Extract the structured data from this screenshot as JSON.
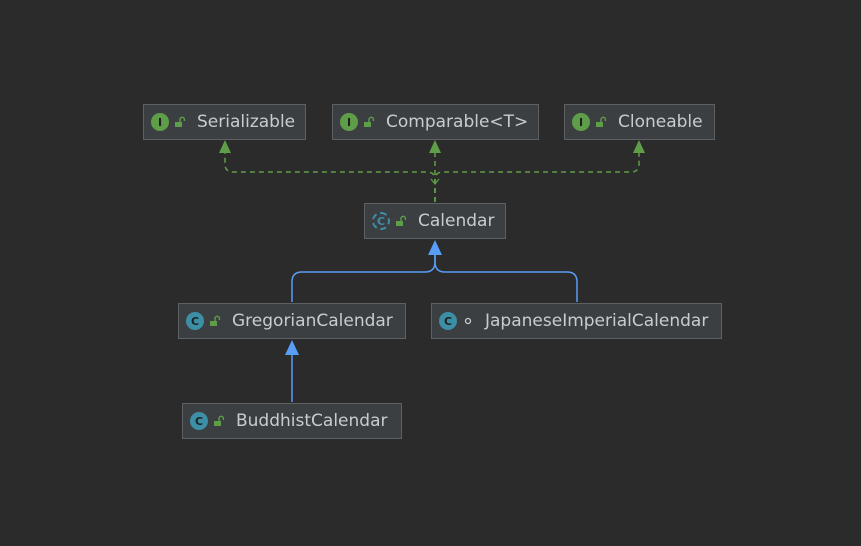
{
  "colors": {
    "background": "#2b2b2b",
    "node_fill": "#3c3f41",
    "node_border": "#5e6163",
    "text": "#c9ccce",
    "interface_badge": "#5f9e48",
    "class_badge": "#3d8fa8",
    "extends_edge": "#589df6",
    "implements_edge": "#5f9e48"
  },
  "nodes": {
    "serializable": {
      "name": "Serializable",
      "kind": "interface",
      "badge": "I",
      "visibility_icon": "public-lock-open-icon"
    },
    "comparable": {
      "name": "Comparable<T>",
      "kind": "interface",
      "badge": "I",
      "visibility_icon": "public-lock-open-icon"
    },
    "cloneable": {
      "name": "Cloneable",
      "kind": "interface",
      "badge": "I",
      "visibility_icon": "public-lock-open-icon"
    },
    "calendar": {
      "name": "Calendar",
      "kind": "abstract-class",
      "badge": "C",
      "visibility_icon": "public-lock-open-icon"
    },
    "gregorian": {
      "name": "GregorianCalendar",
      "kind": "class",
      "badge": "C",
      "visibility_icon": "public-lock-open-icon"
    },
    "japanese": {
      "name": "JapaneseImperialCalendar",
      "kind": "class",
      "badge": "C",
      "visibility_icon": "package-private-dot-icon"
    },
    "buddhist": {
      "name": "BuddhistCalendar",
      "kind": "class",
      "badge": "C",
      "visibility_icon": "public-lock-open-icon"
    }
  },
  "edges": [
    {
      "from": "calendar",
      "to": "serializable",
      "type": "implements"
    },
    {
      "from": "calendar",
      "to": "comparable",
      "type": "implements"
    },
    {
      "from": "calendar",
      "to": "cloneable",
      "type": "implements"
    },
    {
      "from": "gregorian",
      "to": "calendar",
      "type": "extends"
    },
    {
      "from": "japanese",
      "to": "calendar",
      "type": "extends"
    },
    {
      "from": "buddhist",
      "to": "gregorian",
      "type": "extends"
    }
  ]
}
